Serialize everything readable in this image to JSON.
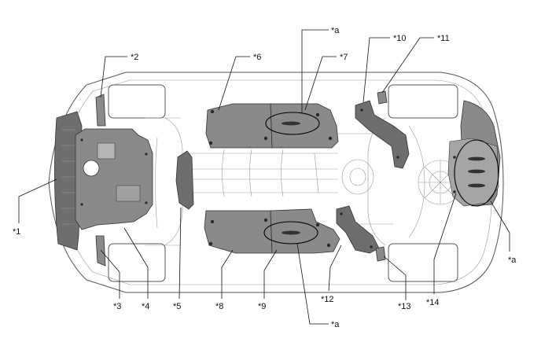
{
  "labels": {
    "l1": "*1",
    "l2": "*2",
    "l3": "*3",
    "l4": "*4",
    "l5": "*5",
    "l6": "*6",
    "l7": "*7",
    "l8": "*8",
    "l9": "*9",
    "l10": "*10",
    "l11": "*11",
    "l12": "*12",
    "l13": "*13",
    "l14": "*14",
    "a_top": "*a",
    "a_bottom": "*a",
    "a_right": "*a"
  },
  "colors": {
    "cover_fill": "#8a8a8a",
    "outline": "#555555",
    "highlight_oval": "#000000"
  }
}
